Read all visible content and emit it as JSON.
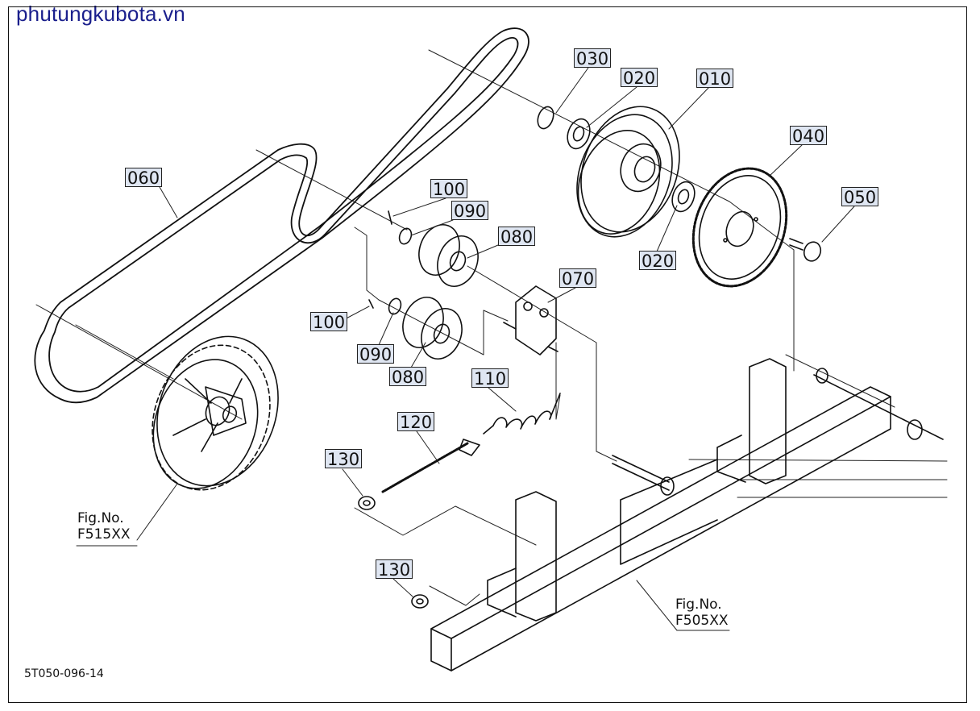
{
  "watermark": "phutungkubota.vn",
  "drawing_number": "5T050-096-14",
  "callouts": {
    "p010": "010",
    "p020a": "020",
    "p020b": "020",
    "p030": "030",
    "p040": "040",
    "p050": "050",
    "p060": "060",
    "p070": "070",
    "p080a": "080",
    "p080b": "080",
    "p090a": "090",
    "p090b": "090",
    "p100a": "100",
    "p100b": "100",
    "p110": "110",
    "p120": "120",
    "p130a": "130",
    "p130b": "130"
  },
  "figrefs": {
    "f515_label": "Fig.No.",
    "f515_code": "F515XX",
    "f505_label": "Fig.No.",
    "f505_code": "F505XX"
  },
  "colors": {
    "line": "#111111",
    "callout_bg": "#dfe6f2",
    "watermark": "#1a1f8c"
  }
}
